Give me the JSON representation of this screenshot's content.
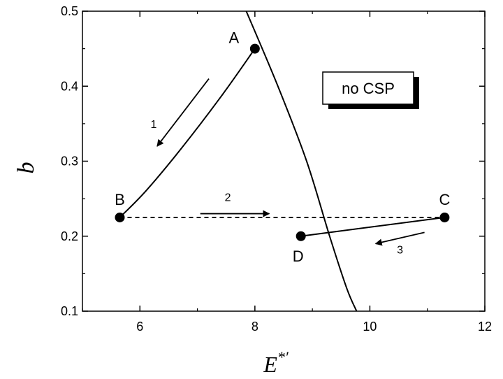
{
  "chart_data": {
    "type": "line",
    "xlabel": "E",
    "xlabel_sup": "*′",
    "ylabel": "b",
    "xlim": [
      5,
      12
    ],
    "ylim": [
      0.1,
      0.5
    ],
    "xticks": [
      6,
      8,
      10,
      12
    ],
    "xtick_labels": [
      "6",
      "8",
      "10",
      "12"
    ],
    "yticks": [
      0.1,
      0.2,
      0.3,
      0.4,
      0.5
    ],
    "ytick_labels": [
      "0.1",
      "0.2",
      "0.3",
      "0.4",
      "0.5"
    ],
    "grid": false,
    "annotation_box": "no CSP",
    "boundary_curve": {
      "x": [
        7.85,
        8.4,
        8.9,
        9.3,
        9.6,
        9.77
      ],
      "y": [
        0.5,
        0.4,
        0.3,
        0.2,
        0.13,
        0.1
      ]
    },
    "points": [
      {
        "label": "A",
        "x": 8.0,
        "y": 0.45
      },
      {
        "label": "B",
        "x": 5.65,
        "y": 0.225
      },
      {
        "label": "C",
        "x": 11.3,
        "y": 0.225
      },
      {
        "label": "D",
        "x": 8.8,
        "y": 0.2
      }
    ],
    "paths": [
      {
        "label": "1",
        "style": "solid",
        "x": [
          8.0,
          7.4,
          6.7,
          6.1,
          5.65
        ],
        "y": [
          0.45,
          0.385,
          0.315,
          0.26,
          0.225
        ]
      },
      {
        "label": "2",
        "style": "dashed",
        "x": [
          5.65,
          11.3
        ],
        "y": [
          0.225,
          0.225
        ]
      },
      {
        "label": "3",
        "style": "solid",
        "x": [
          11.3,
          8.8
        ],
        "y": [
          0.225,
          0.2
        ]
      }
    ],
    "arrows": [
      {
        "label": "1",
        "from": [
          7.2,
          0.41
        ],
        "to": [
          6.3,
          0.32
        ]
      },
      {
        "label": "2",
        "from": [
          7.05,
          0.23
        ],
        "to": [
          8.25,
          0.23
        ]
      },
      {
        "label": "3",
        "from": [
          10.95,
          0.205
        ],
        "to": [
          10.1,
          0.19
        ]
      }
    ]
  }
}
